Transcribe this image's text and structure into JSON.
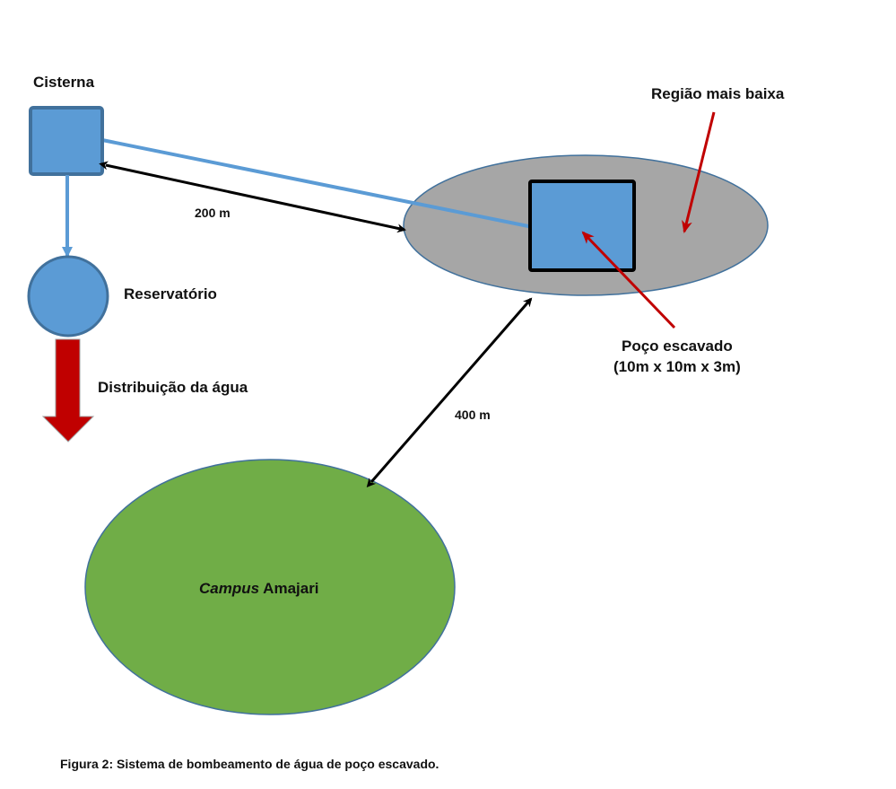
{
  "figure": {
    "caption": "Figura 2: Sistema de bombeamento de água de poço escavado."
  },
  "nodes": {
    "cisterna": {
      "label": "Cisterna",
      "shape": "square",
      "fill": "#5b9bd5",
      "stroke": "#41719c"
    },
    "reservatorio": {
      "label": "Reservatório",
      "shape": "circle",
      "fill": "#5b9bd5",
      "stroke": "#41719c"
    },
    "distribuicao": {
      "label": "Distribuição da água",
      "shape": "down-arrow",
      "fill": "#c00000",
      "stroke": "#7f7f7f"
    },
    "regiao": {
      "label": "Região mais baixa",
      "shape": "ellipse",
      "fill": "#a6a6a6",
      "stroke": "#41719c"
    },
    "poco": {
      "label_line1": "Poço escavado",
      "label_line2": "(10m x 10m x 3m)",
      "shape": "square",
      "fill": "#5b9bd5",
      "stroke": "#000000"
    },
    "campus": {
      "label_italic": "Campus",
      "label_rest": " Amajari",
      "shape": "ellipse",
      "fill": "#70ad47",
      "stroke": "#41719c"
    }
  },
  "connections": {
    "pipe_color": "#5b9bd5",
    "pointer_color": "#c00000",
    "distance_color": "#000000",
    "distance_cisterna_poco": "200 m",
    "distance_poco_campus": "400 m"
  }
}
